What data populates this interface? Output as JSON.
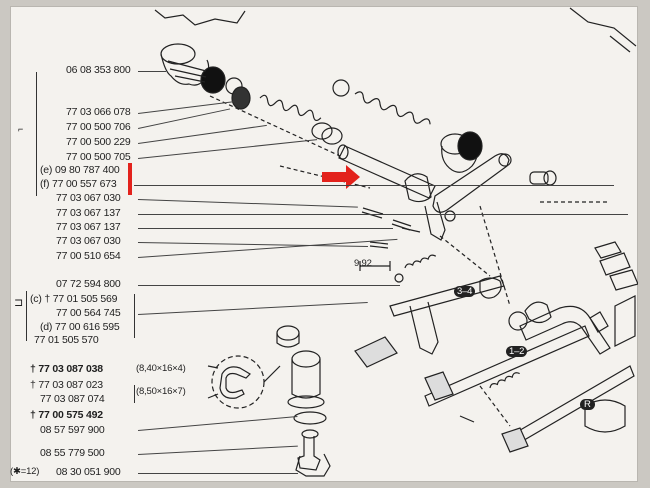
{
  "diagram": {
    "part_numbers": [
      "06 08 353 800",
      "77 03 066 078",
      "77 00 500 706",
      "77 00 500 229",
      "77 00 500 705",
      "(e) 09 80 787 400",
      "(f) 77 00 557 673",
      "77 03 067 030",
      "77 03 067 137",
      "77 03 067 137",
      "77 03 067 030",
      "77 00 510 654",
      "07 72 594 800",
      "(c) † 77 01 505 569",
      "77 00 564 745",
      "(d) 77 00 616 595",
      "77 01 505 570",
      "† 77 03 087 038",
      "† 77 03 087 023",
      "77 03 087 074",
      "† 77 00 575 492",
      "08 57 597 900",
      "08 55 779 500",
      "08 30 051 900"
    ],
    "dimension_labels": [
      "(8,40×16×4)",
      "(8,50×16×7)"
    ],
    "measurement": "9,92",
    "gear_labels": [
      "1–2",
      "R",
      "3–4"
    ],
    "footnote_marker": "(✱=12)",
    "highlight_color": "#e3221c"
  }
}
